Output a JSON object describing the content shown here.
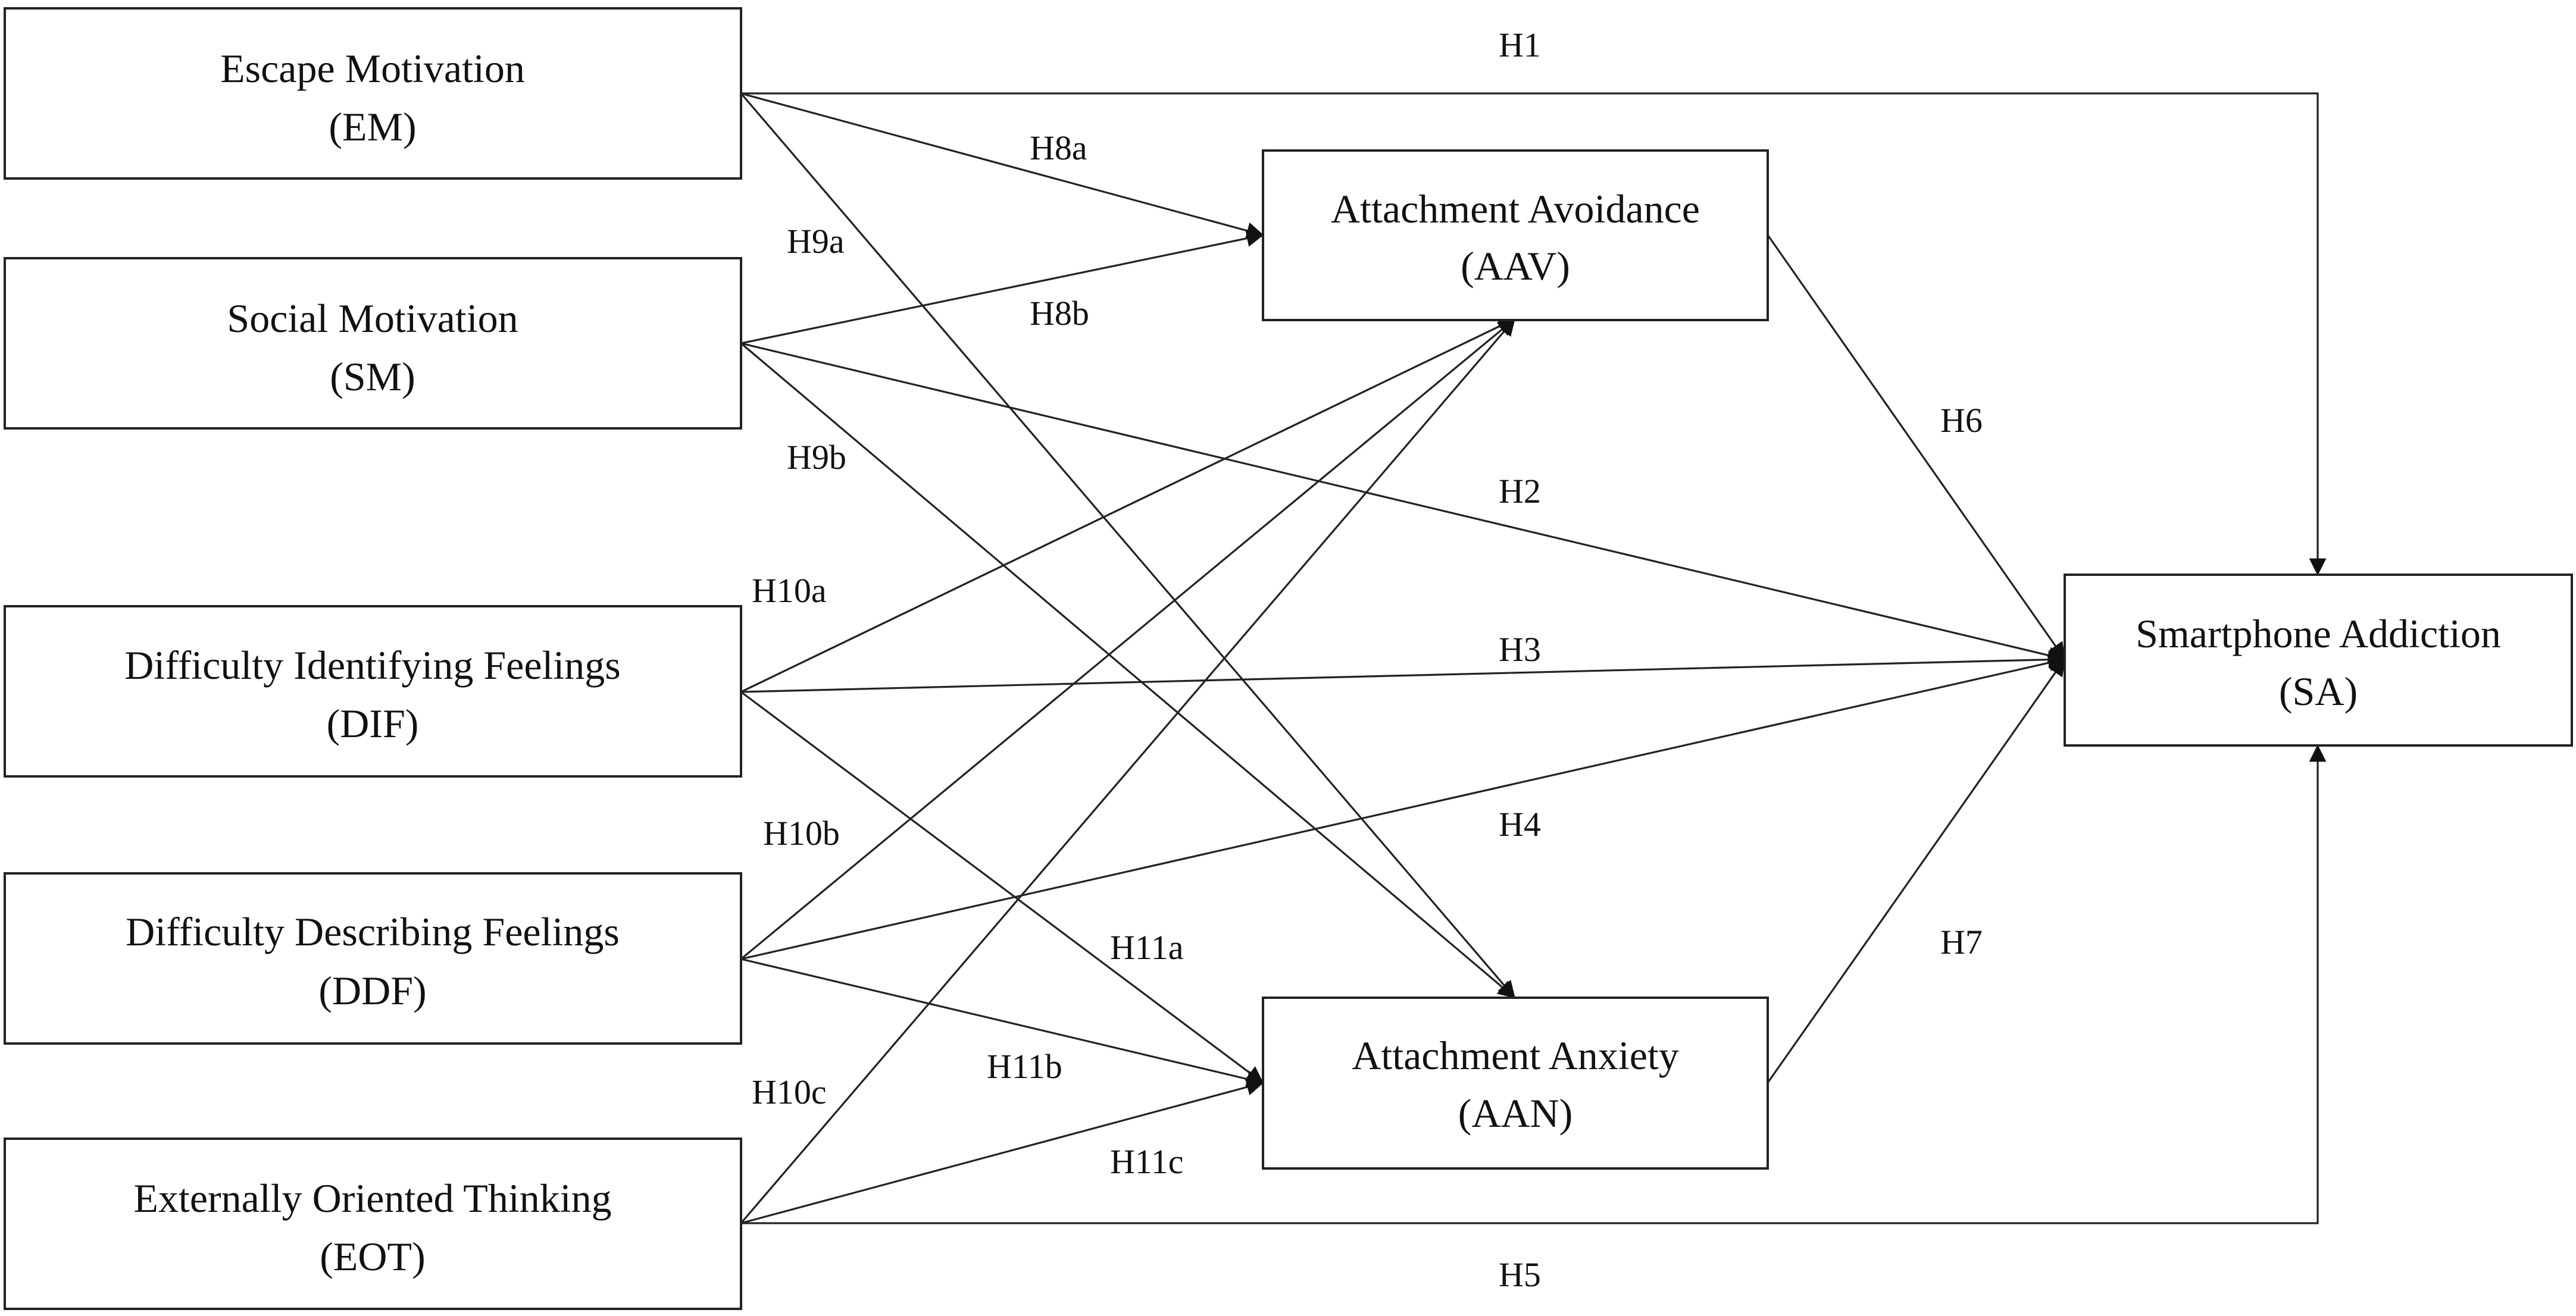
{
  "diagram": {
    "nodes": {
      "em": {
        "title": "Escape Motivation",
        "abbr": "(EM)"
      },
      "sm": {
        "title": "Social Motivation",
        "abbr": "(SM)"
      },
      "dif": {
        "title": "Difficulty Identifying Feelings",
        "abbr": "(DIF)"
      },
      "ddf": {
        "title": "Difficulty Describing Feelings",
        "abbr": "(DDF)"
      },
      "eot": {
        "title": "Externally Oriented Thinking",
        "abbr": "(EOT)"
      },
      "aav": {
        "title": "Attachment Avoidance",
        "abbr": "(AAV)"
      },
      "aan": {
        "title": "Attachment Anxiety",
        "abbr": "(AAN)"
      },
      "sa": {
        "title": "Smartphone Addiction",
        "abbr": "(SA)"
      }
    },
    "edges": {
      "h1": "H1",
      "h2": "H2",
      "h3": "H3",
      "h4": "H4",
      "h5": "H5",
      "h6": "H6",
      "h7": "H7",
      "h8a": "H8a",
      "h8b": "H8b",
      "h9a": "H9a",
      "h9b": "H9b",
      "h10a": "H10a",
      "h10b": "H10b",
      "h10c": "H10c",
      "h11a": "H11a",
      "h11b": "H11b",
      "h11c": "H11c"
    }
  }
}
